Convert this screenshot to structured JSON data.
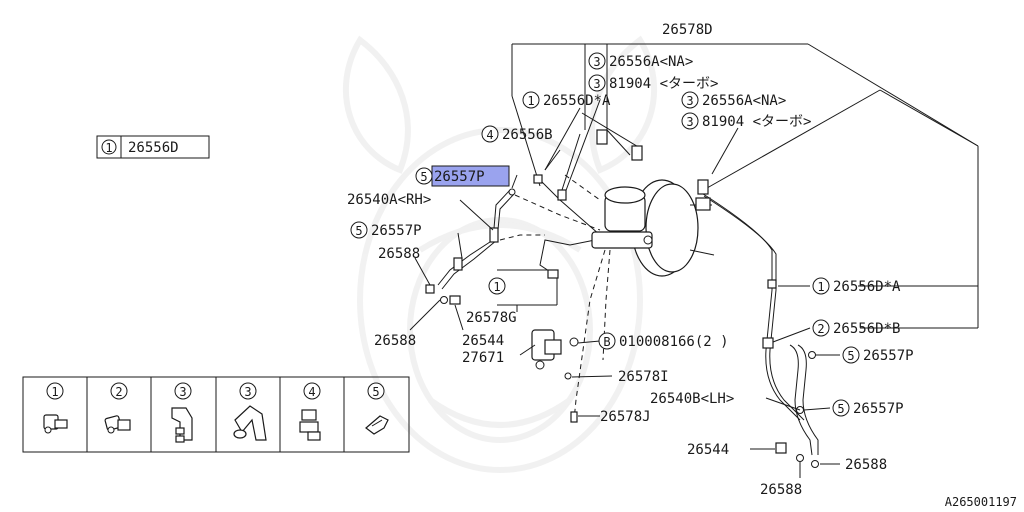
{
  "diagram": {
    "image_code": "A265001197",
    "highlight_color": "#9aa3ee",
    "legend_box": {
      "num": "1",
      "part": "26556D"
    },
    "labels": {
      "l_26578D": "26578D",
      "l_3_26556A_NA_top": {
        "num": "3",
        "text": "26556A<NA>"
      },
      "l_3_81904_top": {
        "num": "3",
        "text": "81904 <ターボ>"
      },
      "l_1_26556DA_top": {
        "num": "1",
        "text": "26556D*A"
      },
      "l_3_26556A_NA_mid": {
        "num": "3",
        "text": "26556A<NA>"
      },
      "l_3_81904_mid": {
        "num": "3",
        "text": "81904 <ターボ>"
      },
      "l_4_26556B": {
        "num": "4",
        "text": "26556B"
      },
      "l_5_26557P_hl": {
        "num": "5",
        "text": "26557P"
      },
      "l_26540A_RH": "26540A<RH>",
      "l_5_26557P_left": {
        "num": "5",
        "text": "26557P"
      },
      "l_26588_a": "26588",
      "l_1_small": {
        "num": "1"
      },
      "l_26578G": "26578G",
      "l_26588_b": "26588",
      "l_26544_left": "26544",
      "l_27671": "27671",
      "l_B_010008166": {
        "num": "B",
        "text": "010008166(2 )"
      },
      "l_26578I": "26578I",
      "l_26578J": "26578J",
      "l_1_26556DA_right": {
        "num": "1",
        "text": "26556D*A"
      },
      "l_2_26556DB": {
        "num": "2",
        "text": "26556D*B"
      },
      "l_5_26557P_r1": {
        "num": "5",
        "text": "26557P"
      },
      "l_26540B_LH": "26540B<LH>",
      "l_5_26557P_r2": {
        "num": "5",
        "text": "26557P"
      },
      "l_26544_right": "26544",
      "l_26588_r1": "26588",
      "l_26588_r2": "26588"
    },
    "clip_table": {
      "numbers": [
        "1",
        "2",
        "3",
        "3",
        "4",
        "5"
      ]
    }
  }
}
